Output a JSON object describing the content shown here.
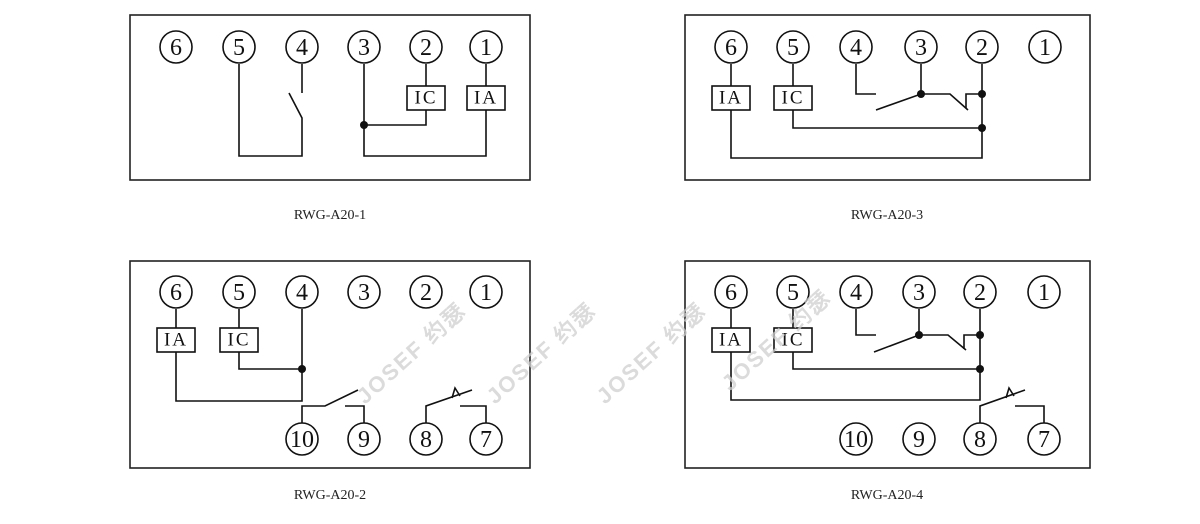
{
  "diagrams": [
    {
      "id": "a20-1",
      "caption": "RWG-A20-1",
      "terminals": [
        "6",
        "5",
        "4",
        "3",
        "2",
        "1"
      ],
      "boxes": [
        "IC",
        "IA"
      ]
    },
    {
      "id": "a20-3",
      "caption": "RWG-A20-3",
      "terminals": [
        "6",
        "5",
        "4",
        "3",
        "2",
        "1"
      ],
      "boxes": [
        "IA",
        "IC"
      ]
    },
    {
      "id": "a20-2",
      "caption": "RWG-A20-2",
      "terminals": [
        "6",
        "5",
        "4",
        "3",
        "2",
        "1",
        "10",
        "9",
        "8",
        "7"
      ],
      "boxes": [
        "IA",
        "IC"
      ]
    },
    {
      "id": "a20-4",
      "caption": "RWG-A20-4",
      "terminals": [
        "6",
        "5",
        "4",
        "3",
        "2",
        "1",
        "10",
        "9",
        "8",
        "7"
      ],
      "boxes": [
        "IA",
        "IC"
      ]
    }
  ],
  "watermarks": [
    "JOSEF 约瑟",
    "JOSEF 约瑟",
    "JOSEF 约瑟",
    "JOSEF 约瑟"
  ]
}
